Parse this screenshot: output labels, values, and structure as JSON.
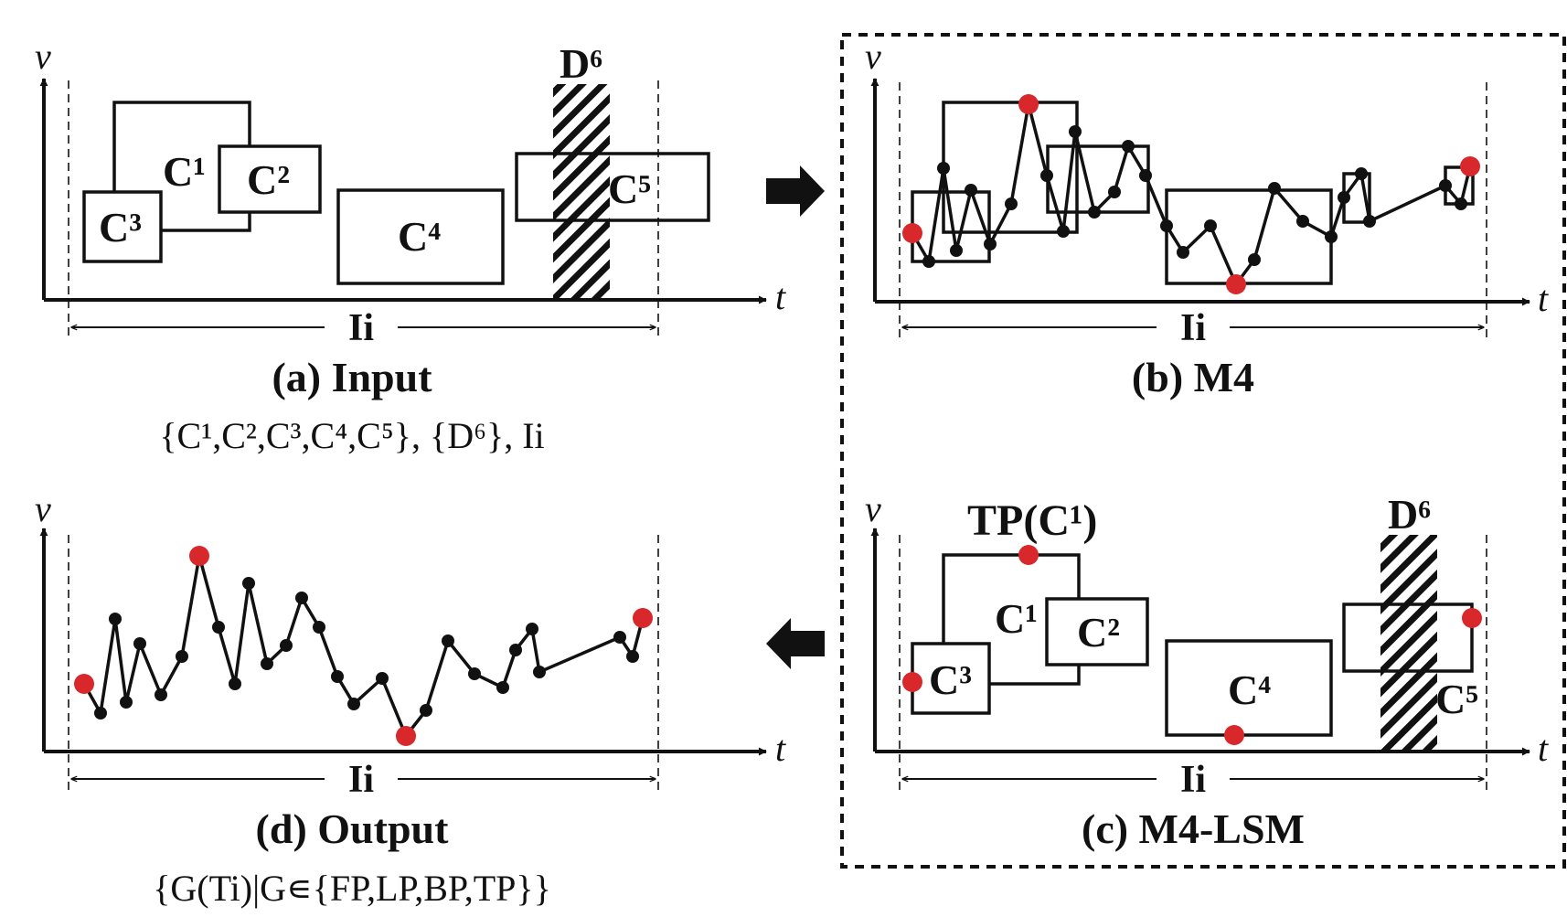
{
  "axis_labels": {
    "value": "v",
    "time": "t"
  },
  "interval_label": "Ii",
  "panels": {
    "a": {
      "caption": "(a) Input",
      "subcaption": "{C¹,C²,C³,C⁴,C⁵}, {D⁶}, Ii",
      "chunks": [
        "C¹",
        "C²",
        "C³",
        "C⁴",
        "C⁵"
      ],
      "deletion": "D⁶"
    },
    "b": {
      "caption": "(b) M4"
    },
    "c": {
      "caption": "(c) M4-LSM",
      "top_point_label": "TP(C¹)",
      "chunks": [
        "C¹",
        "C²",
        "C³",
        "C⁴",
        "C⁵"
      ],
      "deletion": "D⁶"
    },
    "d": {
      "caption": "(d) Output",
      "subcaption": "{G(Ti)|G∊{FP,LP,BP,TP}}"
    }
  },
  "colors": {
    "ink": "#111111",
    "highlight": "#d8282b"
  }
}
